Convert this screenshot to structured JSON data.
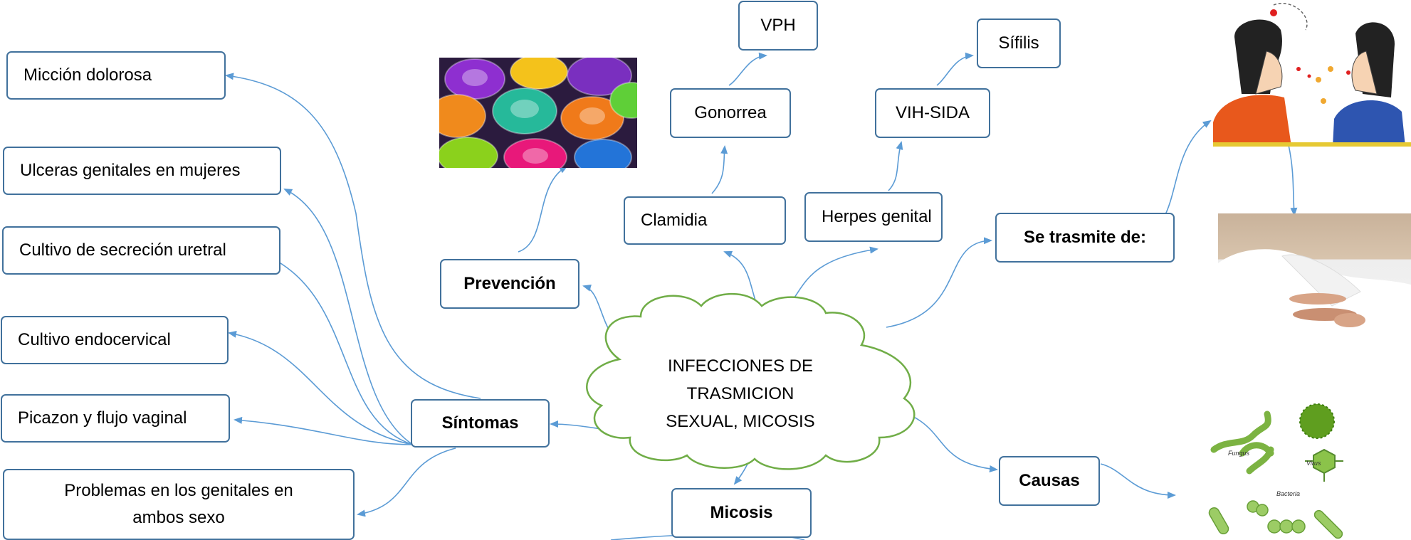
{
  "center": {
    "line1": "INFECCIONES DE TRASMICION",
    "line2": "SEXUAL, MICOSIS"
  },
  "nodes": {
    "miccion": "Micción dolorosa",
    "ulceras": "Ulceras genitales en mujeres",
    "cultivo_uretral": "Cultivo de secreción uretral",
    "cultivo_endocervical": "Cultivo endocervical",
    "picazon": "Picazon y flujo vaginal",
    "problemas": "Problemas en los genitales  en ambos sexo",
    "sintomas": "Síntomas",
    "prevencion": "Prevención",
    "clamidia": "Clamidia",
    "gonorrea": "Gonorrea",
    "vph": "VPH",
    "herpes": "Herpes genital",
    "vih": "VIH-SIDA",
    "sifilis": "Sífilis",
    "se_trasmite": "Se trasmite de:",
    "causas": "Causas",
    "micosis": "Micosis"
  },
  "microbes": {
    "fungus": "Fungus",
    "virus": "Virus",
    "bacteria": "Bacteria"
  },
  "colors": {
    "border": "#41719c",
    "arrow": "#5b9bd5",
    "cloud": "#70ad47"
  }
}
